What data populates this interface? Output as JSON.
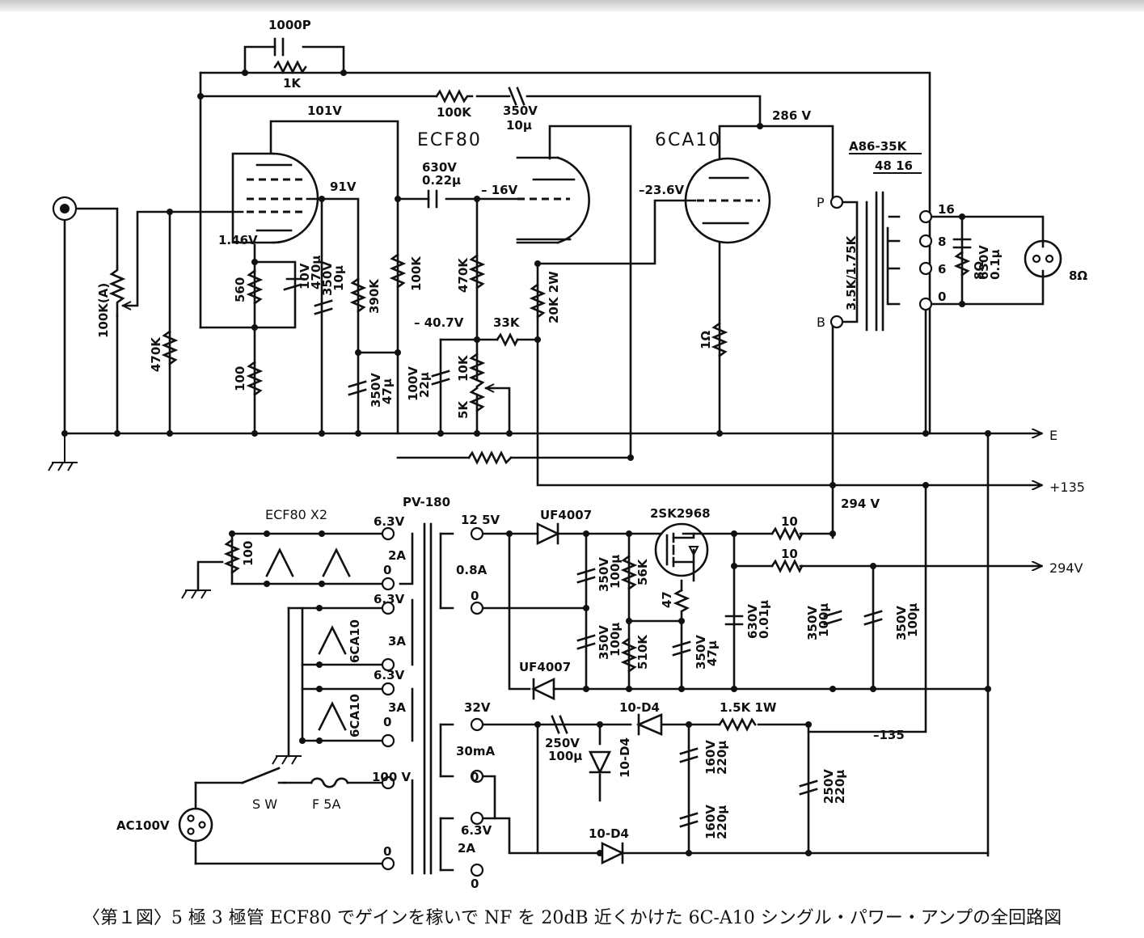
{
  "tubes": {
    "t1": "ECF80",
    "t2": "6CA10"
  },
  "voltages": {
    "v101": "101V",
    "v91": "91V",
    "v146": "1.46V",
    "vm16": "– 16V",
    "vm236": "–23.6V",
    "vm407": "– 40.7V",
    "v286": "286 V",
    "v294": "294 V",
    "vm135": "–135"
  },
  "components": {
    "c1000p": "1000P",
    "r1k": "1K",
    "r100k_nf": "100K",
    "c_nf_v": "350V",
    "c_nf_c": "10μ",
    "c630_v": "630V",
    "c630_c": "0.22μ",
    "vr100k": "100K(A)",
    "r470k_in": "470K",
    "r560": "560",
    "c10v_v": "10V",
    "c10v_c": "470μ",
    "r100": "100",
    "c350_10_v": "350V",
    "c350_10_c": "10μ",
    "r390k": "390K",
    "c350_47_v": "350V",
    "c350_47_c": "47μ",
    "r100k_pl": "100K",
    "r470k_g": "470K",
    "c100v_v": "100V",
    "c100v_c": "22μ",
    "r10k": "10K",
    "vr5k": "5K",
    "r33k": "33K",
    "r20k": "20K 2W",
    "r1ohm": "1Ω"
  },
  "output_transformer": {
    "model": "A86-35K",
    "taps_line": "48 16",
    "pri_imp": "3.5K/1.75K",
    "p_label": "P",
    "b_label": "B",
    "tap16": "16",
    "tap8": "8",
    "tap6": "6",
    "tap0": "0",
    "zobel_c_v": "630V",
    "zobel_c_c": "0.1μ",
    "zobel_r": "8Ω",
    "speaker": "8Ω"
  },
  "rails": {
    "e": "E",
    "p135": "+135",
    "p294": "294V"
  },
  "power_transformer": {
    "model": "PV-180",
    "s63a": "6.3V",
    "s2a": "2A",
    "s0a": "0",
    "s63b": "6.3V",
    "s3a_b": "3A",
    "s63c": "6.3V",
    "s3a_c": "3A",
    "s0c": "0",
    "s125": "12 5V",
    "s08a": "0.8A",
    "s0_125": "0",
    "s32": "32V",
    "s30ma": "30mA",
    "s0_32": "0",
    "s63d": "6.3V",
    "s2a_d": "2A",
    "s0_d": "0",
    "s100v": "100 V",
    "s0_100": "0"
  },
  "heaters": {
    "h1": "ECF80 X2",
    "h1r": "100",
    "h2": "6CA10",
    "h3": "6CA10"
  },
  "psu": {
    "d1": "UF4007",
    "d2": "UF4007",
    "fet": "2SK2968",
    "c1_v": "350V",
    "c1_c": "100μ",
    "r56k": "56K",
    "r47": "47",
    "c2_v": "350V",
    "c2_c": "100μ",
    "r510k": "510K",
    "c3_v": "350V",
    "c3_c": "47μ",
    "c4_v": "630V",
    "c4_c": "0.01μ",
    "r10a": "10",
    "r10b": "10",
    "c5_v": "350V",
    "c5_c": "100μ",
    "c6_v": "350V",
    "c6_c": "100μ",
    "c7_v": "250V",
    "c7_c": "100μ",
    "d3": "10-D4",
    "d4": "10-D4",
    "d5": "10-D4",
    "c8_v": "160V",
    "c8_c": "220μ",
    "c9_v": "160V",
    "c9_c": "220μ",
    "r15k": "1.5K 1W",
    "c10_v": "250V",
    "c10_c": "220μ"
  },
  "mains": {
    "ac": "AC100V",
    "sw": "S W",
    "fuse": "F 5A"
  },
  "caption": "〈第１図〉5 極 3 極管 ECF80 でゲインを稼いで NF を 20dB 近くかけた 6C-A10 シングル・パワー・アンプの全回路図"
}
